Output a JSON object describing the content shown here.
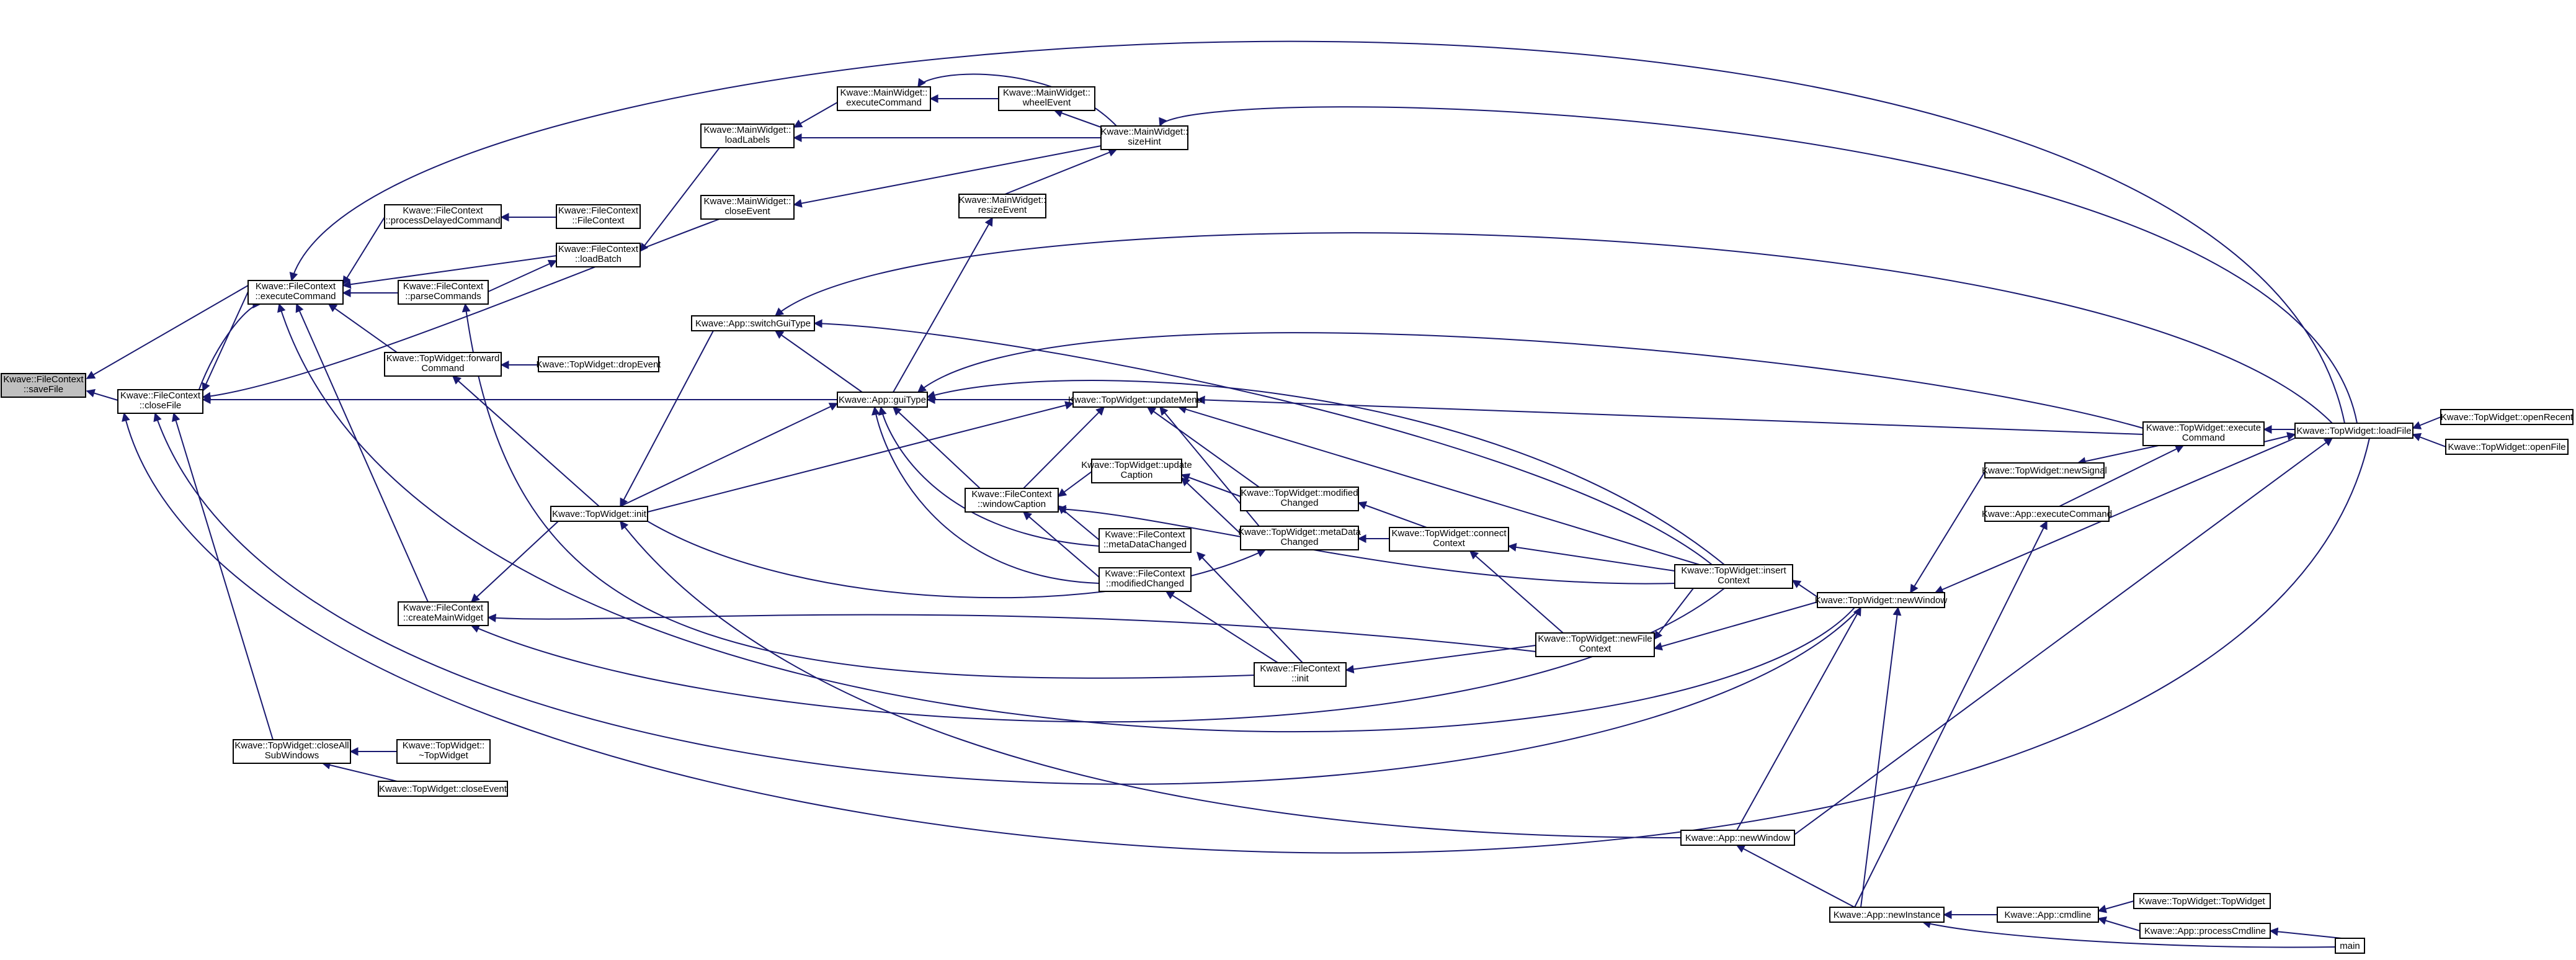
{
  "colors": {
    "edge": "#191970",
    "node_border": "#000000",
    "root_fill": "#bfbfbf",
    "node_fill": "#ffffff"
  },
  "nodes": [
    {
      "id": "saveFile",
      "lines": [
        "Kwave::FileContext",
        "::saveFile"
      ],
      "root": true
    },
    {
      "id": "closeFile",
      "lines": [
        "Kwave::FileContext",
        "::closeFile"
      ]
    },
    {
      "id": "fcExecuteCommand",
      "lines": [
        "Kwave::FileContext",
        "::executeCommand"
      ]
    },
    {
      "id": "processDelayedCommand",
      "lines": [
        "Kwave::FileContext",
        "::processDelayedCommand"
      ]
    },
    {
      "id": "fcCtor",
      "lines": [
        "Kwave::FileContext",
        "::FileContext"
      ]
    },
    {
      "id": "loadBatch",
      "lines": [
        "Kwave::FileContext",
        "::loadBatch"
      ]
    },
    {
      "id": "parseCommands",
      "lines": [
        "Kwave::FileContext",
        "::parseCommands"
      ]
    },
    {
      "id": "forwardCommand",
      "lines": [
        "Kwave::TopWidget::forward",
        "Command"
      ]
    },
    {
      "id": "dropEvent",
      "lines": [
        "Kwave::TopWidget::dropEvent"
      ]
    },
    {
      "id": "twInit",
      "lines": [
        "Kwave::TopWidget::init"
      ]
    },
    {
      "id": "createMainWidget",
      "lines": [
        "Kwave::FileContext",
        "::createMainWidget"
      ]
    },
    {
      "id": "closeAllSubWindows",
      "lines": [
        "Kwave::TopWidget::closeAll",
        "SubWindows"
      ]
    },
    {
      "id": "twDtor",
      "lines": [
        "Kwave::TopWidget::",
        "~TopWidget"
      ]
    },
    {
      "id": "closeEvent",
      "lines": [
        "Kwave::TopWidget::closeEvent"
      ]
    },
    {
      "id": "mwLoadLabels",
      "lines": [
        "Kwave::MainWidget::",
        "loadLabels"
      ]
    },
    {
      "id": "mwCloseEvent",
      "lines": [
        "Kwave::MainWidget::",
        "closeEvent"
      ]
    },
    {
      "id": "mwExecuteCommand",
      "lines": [
        "Kwave::MainWidget::",
        "executeCommand"
      ]
    },
    {
      "id": "mwWheelEvent",
      "lines": [
        "Kwave::MainWidget::",
        "wheelEvent"
      ]
    },
    {
      "id": "mwSizeHint",
      "lines": [
        "Kwave::MainWidget::",
        "sizeHint"
      ]
    },
    {
      "id": "mwResizeEvent",
      "lines": [
        "Kwave::MainWidget::",
        "resizeEvent"
      ]
    },
    {
      "id": "switchGuiType",
      "lines": [
        "Kwave::App::switchGuiType"
      ]
    },
    {
      "id": "guiType",
      "lines": [
        "Kwave::App::guiType"
      ]
    },
    {
      "id": "updateMenu",
      "lines": [
        "Kwave::TopWidget::updateMenu"
      ]
    },
    {
      "id": "updateCaption",
      "lines": [
        "Kwave::TopWidget::update",
        "Caption"
      ]
    },
    {
      "id": "windowCaption",
      "lines": [
        "Kwave::FileContext",
        "::windowCaption"
      ]
    },
    {
      "id": "modifiedChanged",
      "lines": [
        "Kwave::TopWidget::modified",
        "Changed"
      ]
    },
    {
      "id": "metaDataChanged",
      "lines": [
        "Kwave::TopWidget::metaData",
        "Changed"
      ]
    },
    {
      "id": "fcMetaDataChanged",
      "lines": [
        "Kwave::FileContext",
        "::metaDataChanged"
      ]
    },
    {
      "id": "fcModifiedChanged",
      "lines": [
        "Kwave::FileContext",
        "::modifiedChanged"
      ]
    },
    {
      "id": "connectContext",
      "lines": [
        "Kwave::TopWidget::connect",
        "Context"
      ]
    },
    {
      "id": "fcInit",
      "lines": [
        "Kwave::FileContext",
        "::init"
      ]
    },
    {
      "id": "newFileContext",
      "lines": [
        "Kwave::TopWidget::newFile",
        "Context"
      ]
    },
    {
      "id": "insertContext",
      "lines": [
        "Kwave::TopWidget::insert",
        "Context"
      ]
    },
    {
      "id": "newWindow",
      "lines": [
        "Kwave::TopWidget::newWindow"
      ]
    },
    {
      "id": "newSignal",
      "lines": [
        "Kwave::TopWidget::newSignal"
      ]
    },
    {
      "id": "appExecuteCommand",
      "lines": [
        "Kwave::App::executeCommand"
      ]
    },
    {
      "id": "twExecuteCommand",
      "lines": [
        "Kwave::TopWidget::execute",
        "Command"
      ]
    },
    {
      "id": "loadFile",
      "lines": [
        "Kwave::TopWidget::loadFile"
      ]
    },
    {
      "id": "openRecent",
      "lines": [
        "Kwave::TopWidget::openRecent"
      ]
    },
    {
      "id": "openFile",
      "lines": [
        "Kwave::TopWidget::openFile"
      ]
    },
    {
      "id": "appNewWindow",
      "lines": [
        "Kwave::App::newWindow"
      ]
    },
    {
      "id": "newInstance",
      "lines": [
        "Kwave::App::newInstance"
      ]
    },
    {
      "id": "cmdline",
      "lines": [
        "Kwave::App::cmdline"
      ]
    },
    {
      "id": "twCtor",
      "lines": [
        "Kwave::TopWidget::TopWidget"
      ]
    },
    {
      "id": "processCmdline",
      "lines": [
        "Kwave::App::processCmdline"
      ]
    },
    {
      "id": "main",
      "lines": [
        "main"
      ]
    }
  ]
}
